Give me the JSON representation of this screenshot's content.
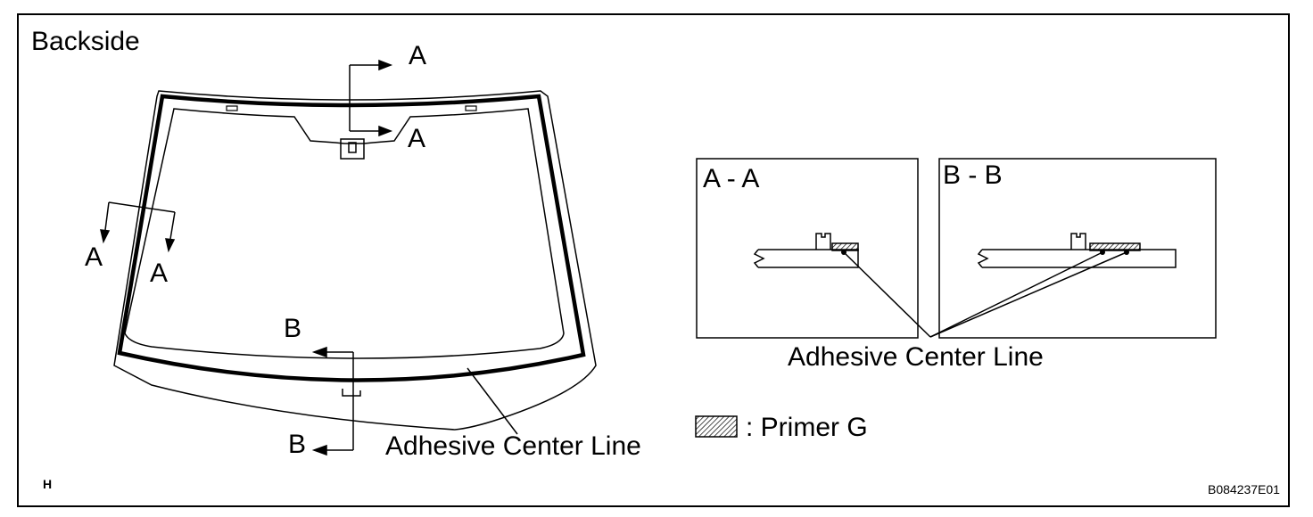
{
  "labels": {
    "backside": "Backside",
    "section_a": "A",
    "section_b": "B",
    "adhesive_center_line": "Adhesive Center Line",
    "primer_legend": ": Primer G",
    "section_aa": "A - A",
    "section_bb": "B - B",
    "corner_letter": "H",
    "figure_code": "B084237E01"
  }
}
